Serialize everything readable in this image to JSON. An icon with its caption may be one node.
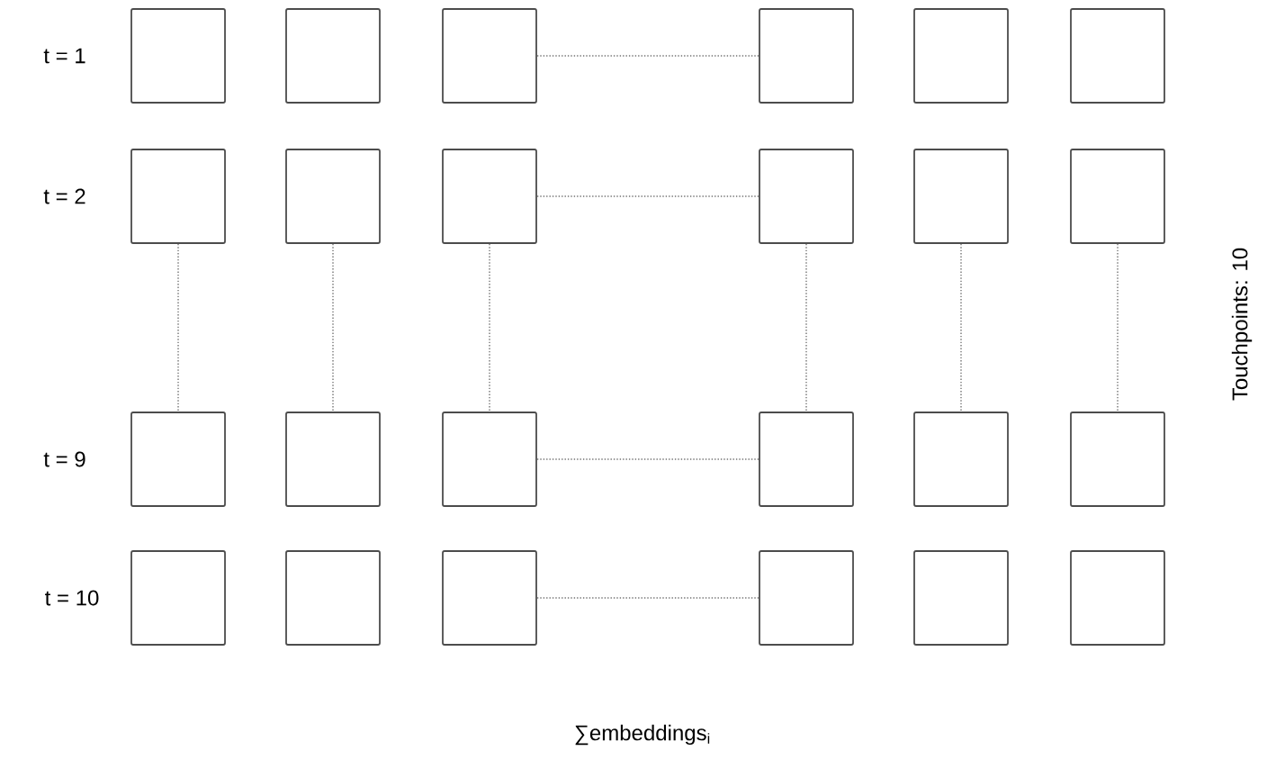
{
  "diagram": {
    "nodes": [
      {
        "text": [],
        "shape": "box"
      },
      {
        "text": [],
        "shape": "box"
      },
      {
        "text": [],
        "shape": "box"
      },
      {
        "text": [],
        "shape": "box"
      },
      {
        "text": [],
        "shape": "box"
      },
      {
        "text": [],
        "shape": "box"
      },
      {
        "text": [],
        "shape": "box"
      },
      {
        "text": [],
        "shape": "box"
      },
      {
        "text": [],
        "shape": "box"
      },
      {
        "text": [],
        "shape": "box"
      },
      {
        "text": [],
        "shape": "box"
      },
      {
        "text": [],
        "shape": "box"
      },
      {
        "text": [],
        "shape": "box"
      },
      {
        "text": [],
        "shape": "box"
      },
      {
        "text": [],
        "shape": "box"
      },
      {
        "text": [],
        "shape": "box"
      },
      {
        "text": [],
        "shape": "box"
      },
      {
        "text": [],
        "shape": "box"
      },
      {
        "text": [],
        "shape": "box"
      },
      {
        "text": [],
        "shape": "box"
      },
      {
        "text": [],
        "shape": "box"
      },
      {
        "text": [],
        "shape": "box"
      },
      {
        "text": [],
        "shape": "box"
      },
      {
        "text": [],
        "shape": "box"
      }
    ],
    "edges": [
      {
        "from": 2,
        "to": 3,
        "arrow": "none",
        "style": "dashed"
      },
      {
        "from": 8,
        "to": 9,
        "arrow": "none",
        "style": "dashed"
      },
      {
        "from": 6,
        "to": 12,
        "arrow": "none",
        "style": "dashed"
      },
      {
        "from": 7,
        "to": 13,
        "arrow": "none",
        "style": "dashed"
      },
      {
        "from": 8,
        "to": 14,
        "arrow": "none",
        "style": "dashed"
      },
      {
        "from": 9,
        "to": 15,
        "arrow": "none",
        "style": "dashed"
      },
      {
        "from": 10,
        "to": 16,
        "arrow": "none",
        "style": "dashed"
      },
      {
        "from": 11,
        "to": 17,
        "arrow": "none",
        "style": "dashed"
      },
      {
        "from": 14,
        "to": 15,
        "arrow": "none",
        "style": "dashed"
      },
      {
        "from": 20,
        "to": 21,
        "arrow": "none",
        "style": "dashed"
      }
    ],
    "labels": [
      "t = 1",
      "t = 2",
      "Touchpoints: 10",
      "t = 9",
      "t = 10",
      "∑embeddings$_{i}$"
    ]
  }
}
